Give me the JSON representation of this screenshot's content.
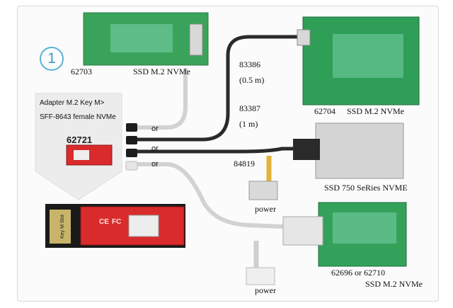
{
  "step": "1",
  "products": {
    "m2_adapter_top": {
      "id": "62703",
      "caption": "SSD M.2 NVMe"
    },
    "enclosure": {
      "id": "62704",
      "caption": "SSD M.2 NVMe"
    },
    "ssd750": {
      "caption": "SSD 750 SeRies NVME"
    },
    "pcie_adapter": {
      "id": "62696 or 62710",
      "caption": "SSD M.2 NVMe"
    },
    "main_adapter": {
      "desc_line1": "Adapter M.2 Key M>",
      "desc_line2": "SFF-8643 female NVMe",
      "id": "62721",
      "board_markings": {
        "key": "Key M Slot",
        "ce": "CE",
        "fc": "FC"
      }
    }
  },
  "cables": {
    "cable_a": {
      "id": "83386",
      "length": "(0.5 m)"
    },
    "cable_b": {
      "id": "83387",
      "length": "(1 m)"
    },
    "cable_c": {
      "id": "84819"
    }
  },
  "connector_or": [
    "or",
    "or",
    "or"
  ],
  "power_labels": [
    "power",
    "power"
  ],
  "colors": {
    "pcb_green": "#3aa35b",
    "pcb_red": "#d92b2b",
    "cable_dark": "#2a2a2a",
    "cable_light": "#d6d6d6",
    "accent_circle": "#59b2d8",
    "panel_gray": "#ededed"
  }
}
